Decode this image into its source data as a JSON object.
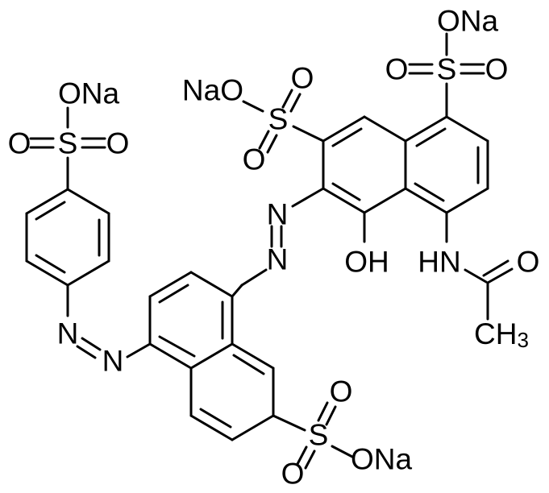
{
  "labels": {
    "so3na_top": "ONa",
    "o_top_left": "O",
    "s_top": "S",
    "o_top_right": "O",
    "nao_mid": "NaO",
    "o_mid_up": "O",
    "s_mid": "S",
    "o_mid_down": "O",
    "n_azo_upper": "N",
    "n_azo_lower": "N",
    "oh": "OH",
    "hn": "HN",
    "o_carbonyl": "O",
    "ch3_c": "CH",
    "ch3_sub": "3",
    "so3na_left": "ONa",
    "o_left_left": "O",
    "s_left": "S",
    "o_left_right": "O",
    "n_azo2_upper": "N",
    "n_azo2_lower": "N",
    "o_bot_up": "O",
    "s_bot": "S",
    "o_bot_down": "O",
    "ona_bot": "ONa"
  }
}
